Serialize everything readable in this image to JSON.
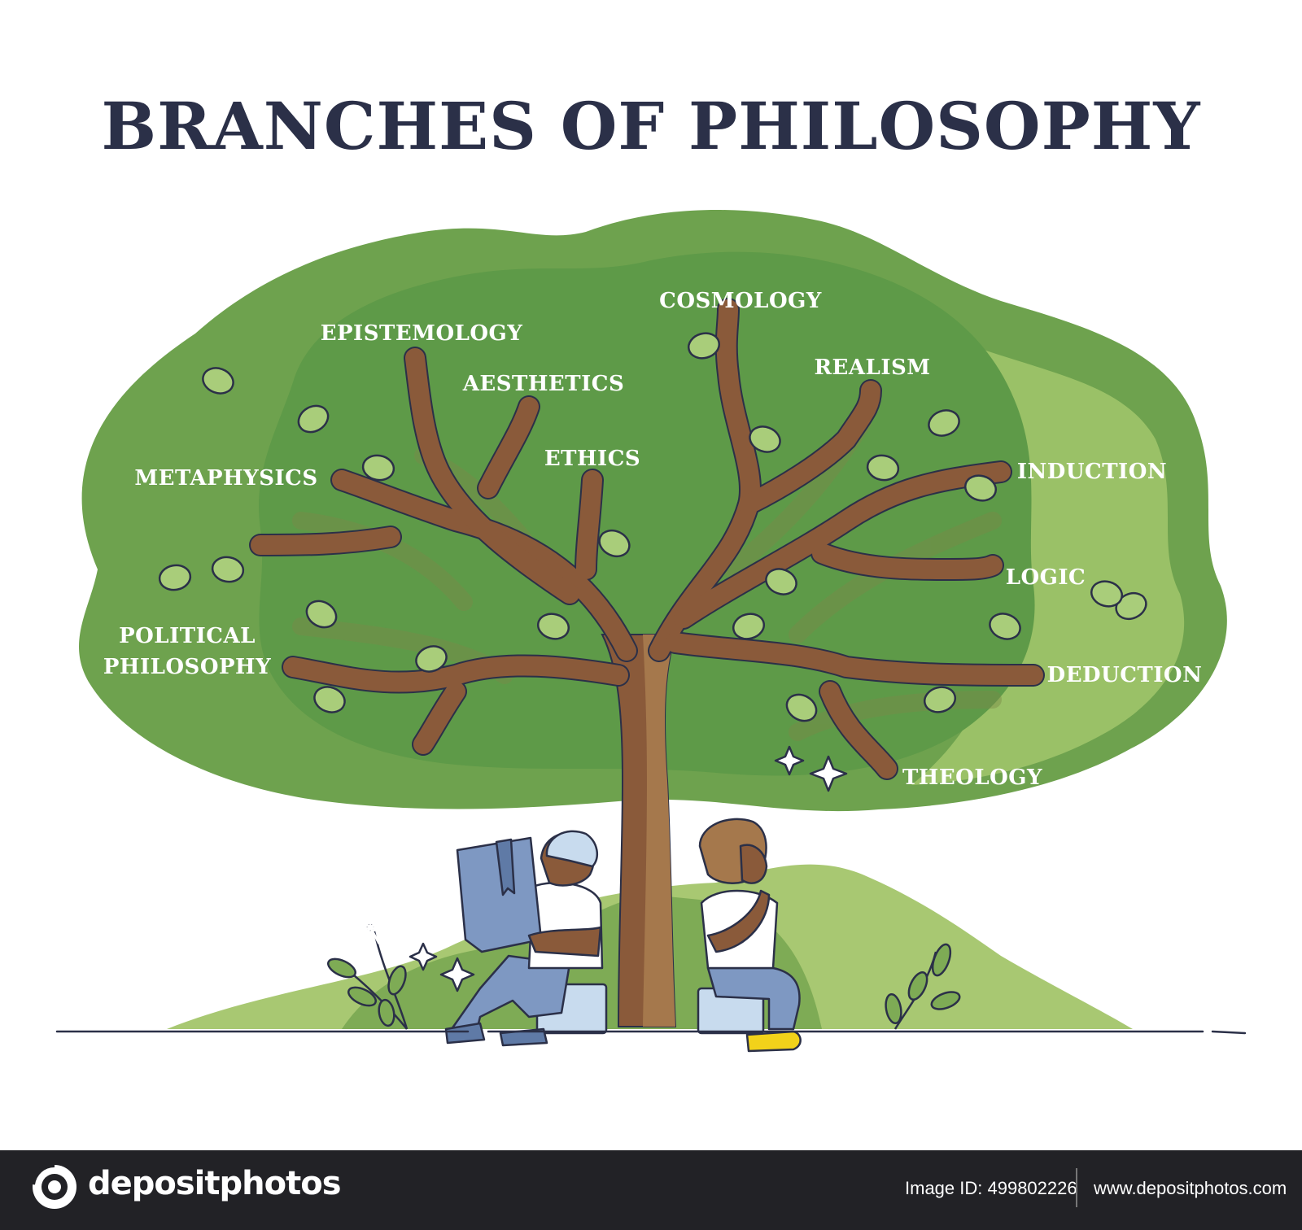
{
  "title": "BRANCHES OF PHILOSOPHY",
  "branches": [
    {
      "label": "EPISTEMOLOGY"
    },
    {
      "label": "AESTHETICS"
    },
    {
      "label": "ETHICS"
    },
    {
      "label": "METAPHYSICS"
    },
    {
      "label": "POLITICAL",
      "label_line2": "PHILOSOPHY"
    },
    {
      "label": "COSMOLOGY"
    },
    {
      "label": "REALISM"
    },
    {
      "label": "INDUCTION"
    },
    {
      "label": "LOGIC"
    },
    {
      "label": "DEDUCTION"
    },
    {
      "label": "THEOLOGY"
    }
  ],
  "footer": {
    "brand": "depositphotos",
    "image_id": "Image ID: 499802226",
    "site": "www.depositphotos.com"
  },
  "colors": {
    "canopy_light": "#9fc46a",
    "canopy_mid": "#7fae55",
    "canopy_dark": "#5e9a48",
    "trunk": "#8a5a3a",
    "trunk_inner": "#a5784c",
    "leaf": "#a9cd7a",
    "title": "#2b3048",
    "footer_bg": "#222226"
  },
  "icons": [
    "leaf-icon",
    "sparkle-icon",
    "book-icon",
    "dandelion-icon",
    "logo-icon"
  ]
}
